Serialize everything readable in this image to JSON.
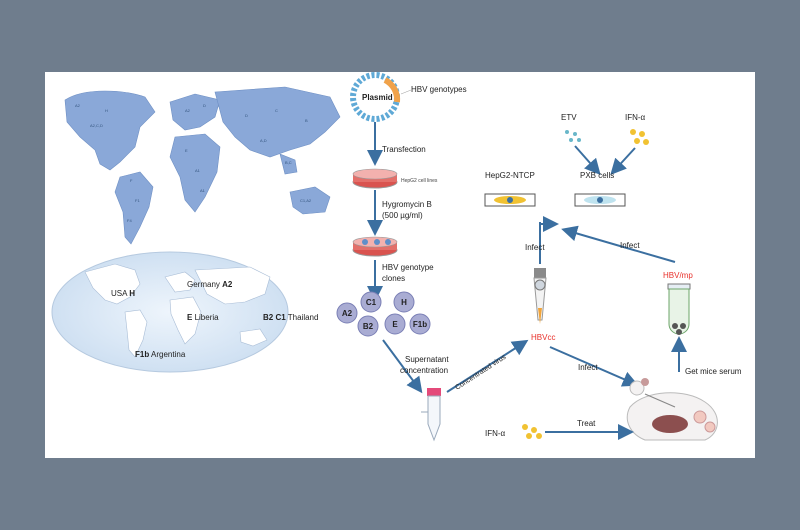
{
  "labels": {
    "plasmid": "Plasmid",
    "hbv_genotypes": "HBV genotypes",
    "transfection": "Transfection",
    "hepg2_cell_lines": "HepG2 cell lines",
    "hygromycin_1": "Hygromycin B",
    "hygromycin_2": "(500 µg/ml)",
    "clones_1": "HBV genotype",
    "clones_2": "clones",
    "etv": "ETV",
    "ifn_top": "IFN-α",
    "hepg2_ntcp": "HepG2-NTCP",
    "pxb_cells": "PXB cells",
    "infect_left": "Infect",
    "infect_right": "Infect",
    "infect_bottom": "Infect",
    "hbvcc": "HBVcc",
    "hbvmp": "HBV/mp",
    "supernatant_1": "Supernatant",
    "supernatant_2": "concentration",
    "concentrated_virus": "Concentrated virus",
    "get_mice_serum": "Get mice serum",
    "ifn_bottom": "IFN-α",
    "treat": "Treat"
  },
  "genotype_bubbles": [
    "A2",
    "C1",
    "H",
    "B2",
    "E",
    "F1b"
  ],
  "map_labels": {
    "usa": "USA",
    "usa_code": "H",
    "germany": "Germany",
    "germany_code": "A2",
    "liberia_code": "E",
    "liberia": "Liberia",
    "thailand_codes": "B2 C1",
    "thailand": "Thailand",
    "argentina_code": "F1b",
    "argentina": "Argentina"
  },
  "colors": {
    "band": "#6f7d8d",
    "map_blue": "#8aa8d8",
    "ocean": "#dde9f6",
    "arrow": "#3b6fa0",
    "red_label": "#e8302a",
    "yellow": "#f1c232",
    "teal": "#69b7c9"
  }
}
